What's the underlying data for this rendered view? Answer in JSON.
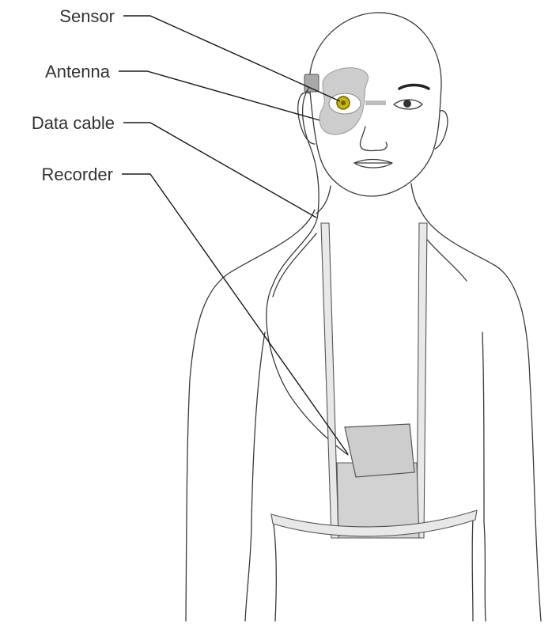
{
  "callouts": [
    {
      "id": "sensor",
      "label": "Sensor"
    },
    {
      "id": "antenna",
      "label": "Antenna"
    },
    {
      "id": "data_cable",
      "label": "Data cable"
    },
    {
      "id": "recorder",
      "label": "Recorder"
    }
  ],
  "colors": {
    "outline": "#3a3a3a",
    "device_fill": "#cdcdcd",
    "device_dark": "#a9a9a9",
    "sensor_fill": "#c9b400",
    "sensor_ring": "#6e6200",
    "label_text": "#333333"
  }
}
